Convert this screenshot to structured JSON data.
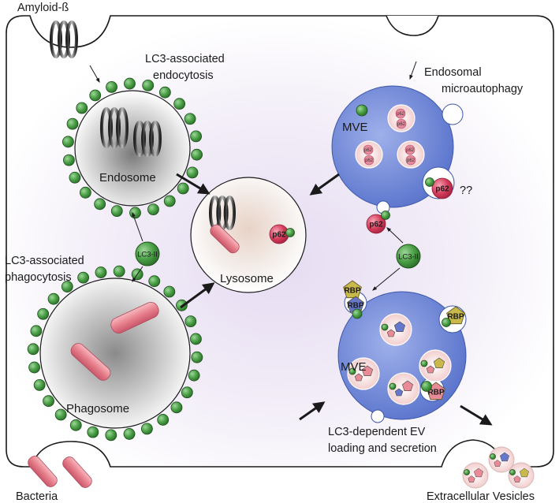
{
  "labels": {
    "amyloid": "Amyloid-ß",
    "lc3_endo_1": "LC3-associated",
    "lc3_endo_2": "endocytosis",
    "endo_micro_1": "Endosomal",
    "endo_micro_2": "microautophagy",
    "lc3_phago_1": "LC3-associated",
    "lc3_phago_2": "phagocytosis",
    "ev_1": "LC3-dependent EV",
    "ev_2": "loading and secretion",
    "bacteria": "Bacteria",
    "ev_out": "Extracellular Vesicles",
    "question": "??"
  },
  "organelles": {
    "endosome": "Endosome",
    "lysosome": "Lysosome",
    "phagosome": "Phagosome",
    "mve_top": "MVE",
    "mve_bottom": "MVE"
  },
  "markers": {
    "lc3": "LC3-II",
    "p62": "p62",
    "rbp": "RBP"
  },
  "colors": {
    "lc3_green": "#3f9a3c",
    "mve_blue": "#6f87d6",
    "p62_red": "#d63a5a",
    "rbp_yellow": "#c9b94a",
    "cargo_pink": "#e98a97"
  }
}
